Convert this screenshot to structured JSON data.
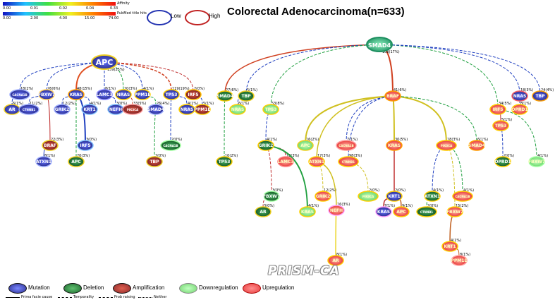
{
  "title": "Colorectal Adenocarcinoma(n=633)",
  "colors": {
    "Mutation": "#28358f",
    "Deletion": "#1d6b35",
    "Amplification": "#9a2a2a",
    "Downregulation": "#6ed86e",
    "Upregulation": "#e83a3a"
  },
  "scales": {
    "affinity": {
      "label": "Affinity",
      "ticks": [
        "0.00",
        "0.01",
        "0.02",
        "0.04",
        "0.33"
      ]
    },
    "pubmed": {
      "label": "PubMed title hits",
      "ticks": [
        "0.00",
        "2.00",
        "4.00",
        "15.00",
        "74.00"
      ]
    }
  },
  "low_high": {
    "low": "Low",
    "high": "High"
  },
  "watermark": "PRISM-CA",
  "legend": {
    "events": [
      {
        "label": "Mutation",
        "color": "#2b2e8f"
      },
      {
        "label": "Deletion",
        "color": "#1e6b2f"
      },
      {
        "label": "Amplification",
        "color": "#8e2a2a"
      },
      {
        "label": "Downregulation",
        "color": "#72d46e"
      },
      {
        "label": "Upregulation",
        "color": "#e83b3b"
      }
    ],
    "edges": [
      {
        "label": "Prima facie cause",
        "style": "solid"
      },
      {
        "label": "Temporality",
        "style": "dashed"
      },
      {
        "label": "Prob raising",
        "style": "dashdot"
      },
      {
        "label": "Neither",
        "style": "dotted"
      }
    ]
  },
  "nodes": [
    {
      "id": "apc",
      "label": "APC",
      "type": "Mutation",
      "ring": "#f0d020",
      "size": "big"
    },
    {
      "id": "smad4",
      "label": "SMAD4",
      "type": "Deletion",
      "ring": "#1e8f60",
      "fill": "#5fd8a8",
      "size": "big"
    },
    {
      "id": "cacna",
      "label": "CACNA1B",
      "type": "Mutation",
      "ring": "#a0b0ff"
    },
    {
      "id": "fbxw7a",
      "label": "FBXW7",
      "type": "Mutation",
      "ring": "#ffd060"
    },
    {
      "id": "kras1",
      "label": "KRAS",
      "type": "Mutation",
      "ring": "#ffa000"
    },
    {
      "id": "lamc3a",
      "label": "LAMC3",
      "type": "Mutation",
      "ring": "#8080ff"
    },
    {
      "id": "nras1",
      "label": "NRAS",
      "type": "Mutation",
      "ring": "#ffd000"
    },
    {
      "id": "ppm1e1",
      "label": "PPM1E",
      "type": "Mutation",
      "ring": "#ffd000"
    },
    {
      "id": "tp53a",
      "label": "TP53",
      "type": "Mutation",
      "ring": "#ffd000"
    },
    {
      "id": "irf5a",
      "label": "IRF5",
      "type": "Amplification",
      "ring": "#ffc000"
    },
    {
      "id": "ar1",
      "label": "AR",
      "type": "Mutation",
      "ring": "#f0d020"
    },
    {
      "id": "ctnnb1a",
      "label": "CTNNB1",
      "type": "Mutation",
      "ring": "#a0b0ff"
    },
    {
      "id": "grik2a",
      "label": "GRIK2",
      "type": "Mutation",
      "ring": "#a0b0ff"
    },
    {
      "id": "krt1a",
      "label": "KRT1",
      "type": "Mutation",
      "ring": "#80c0ff"
    },
    {
      "id": "nefha",
      "label": "NEFH",
      "type": "Mutation",
      "ring": "#80c0ff"
    },
    {
      "id": "pik3caa",
      "label": "PIK3CA",
      "type": "Amplification",
      "ring": "#ffa0a0"
    },
    {
      "id": "smad4b",
      "label": "SMAD4",
      "type": "Mutation",
      "ring": "#a0b0ff"
    },
    {
      "id": "nras2",
      "label": "NRAS",
      "type": "Mutation",
      "ring": "#ffd000"
    },
    {
      "id": "ppm1e2",
      "label": "PPM1E",
      "type": "Amplification",
      "ring": "#ffd000"
    },
    {
      "id": "braf1",
      "label": "BRAF",
      "type": "Amplification",
      "ring": "#f0d020"
    },
    {
      "id": "irf5b",
      "label": "IRF5",
      "type": "Mutation",
      "ring": "#80c0ff"
    },
    {
      "id": "cacnb",
      "label": "CACNA1B",
      "type": "Deletion",
      "ring": "#a0ffa0"
    },
    {
      "id": "atxn1a",
      "label": "ATXN1",
      "type": "Mutation",
      "ring": "#a0b0ff"
    },
    {
      "id": "apc2",
      "label": "APC",
      "type": "Deletion",
      "ring": "#f0d020"
    },
    {
      "id": "tbp1",
      "label": "TBP",
      "type": "Amplification",
      "ring": "#f0d020"
    },
    {
      "id": "smad4c",
      "label": "SMAD4",
      "type": "Deletion",
      "ring": "#ffd000"
    },
    {
      "id": "tbp2",
      "label": "TBP",
      "type": "Deletion",
      "ring": "#f0d020"
    },
    {
      "id": "tp53b",
      "label": "TP53",
      "type": "Downregulation",
      "ring": "#ffd000"
    },
    {
      "id": "braf2",
      "label": "BRAF",
      "type": "Upregulation",
      "ring": "#ffa000"
    },
    {
      "id": "irf5c",
      "label": "IRF5",
      "type": "Upregulation",
      "ring": "#ffd000"
    },
    {
      "id": "nras3",
      "label": "NRAS",
      "type": "Mutation",
      "ring": "#ff6060"
    },
    {
      "id": "tbp3",
      "label": "TBP",
      "type": "Mutation",
      "ring": "#ffa000"
    },
    {
      "id": "nras4",
      "label": "NRAS",
      "type": "Downregulation",
      "ring": "#ffd000"
    },
    {
      "id": "opr1",
      "label": "OPRD1",
      "type": "Upregulation",
      "ring": "#ffd000"
    },
    {
      "id": "tp53c",
      "label": "TP53",
      "type": "Deletion",
      "ring": "#ffd000"
    },
    {
      "id": "grik2b",
      "label": "GRIK2",
      "type": "Deletion",
      "ring": "#ffd000"
    },
    {
      "id": "apc3",
      "label": "APC",
      "type": "Downregulation",
      "ring": "#f0d020"
    },
    {
      "id": "cacnc",
      "label": "CACNA1B",
      "type": "Upregulation",
      "ring": "#ffa0a0"
    },
    {
      "id": "kras2",
      "label": "KRAS",
      "type": "Upregulation",
      "ring": "#ffa000"
    },
    {
      "id": "pik3cab",
      "label": "PIK3CA",
      "type": "Upregulation",
      "ring": "#ffd000"
    },
    {
      "id": "smad4d",
      "label": "SMAD4",
      "type": "Upregulation",
      "ring": "#ffa000"
    },
    {
      "id": "tp53d",
      "label": "TP53",
      "type": "Upregulation",
      "ring": "#ffd000"
    },
    {
      "id": "lamc3b",
      "label": "LAMC3",
      "type": "Upregulation",
      "ring": "#ff8080"
    },
    {
      "id": "atxn1b",
      "label": "ATXN1",
      "type": "Upregulation",
      "ring": "#ffd000"
    },
    {
      "id": "ctnnb1b",
      "label": "CTNNB1",
      "type": "Upregulation",
      "ring": "#ffd000"
    },
    {
      "id": "oprd1b",
      "label": "OPRD1",
      "type": "Deletion",
      "ring": "#ffd000"
    },
    {
      "id": "fbxw7b",
      "label": "FBXW7",
      "type": "Downregulation",
      "ring": "#a0ffa0"
    },
    {
      "id": "tp53e",
      "label": "TP53",
      "type": "Deletion",
      "ring": "#ffd000"
    },
    {
      "id": "fbxw7c",
      "label": "FBXW7",
      "type": "Deletion",
      "ring": "#a0ffa0"
    },
    {
      "id": "grik2c",
      "label": "GRIK2",
      "type": "Upregulation",
      "ring": "#ffd000"
    },
    {
      "id": "nefhb",
      "label": "NEFH",
      "type": "Upregulation",
      "ring": "#ffa0ff"
    },
    {
      "id": "pik3cac",
      "label": "PIK3CA",
      "type": "Downregulation",
      "ring": "#ffd000"
    },
    {
      "id": "krt1b",
      "label": "KRT1",
      "type": "Mutation",
      "ring": "#ffd000"
    },
    {
      "id": "atxn1c",
      "label": "ATXN1",
      "type": "Deletion",
      "ring": "#ffd000"
    },
    {
      "id": "cacnd",
      "label": "CACNA1B",
      "type": "Upregulation",
      "ring": "#ffd000"
    },
    {
      "id": "ar2",
      "label": "AR",
      "type": "Deletion",
      "ring": "#f0d020"
    },
    {
      "id": "kras3",
      "label": "KRAS",
      "type": "Downregulation",
      "ring": "#ffd000"
    },
    {
      "id": "kras4",
      "label": "KRAS",
      "type": "Mutation",
      "ring": "#ffa0ff"
    },
    {
      "id": "apc4",
      "label": "APC",
      "type": "Upregulation",
      "ring": "#ffd000"
    },
    {
      "id": "ctnnb1c",
      "label": "CTNNB1",
      "type": "Deletion",
      "ring": "#ffd000"
    },
    {
      "id": "fbxw7d",
      "label": "FBXW7",
      "type": "Upregulation",
      "ring": "#ffd000"
    },
    {
      "id": "ar3",
      "label": "AR",
      "type": "Upregulation",
      "ring": "#ffd000"
    },
    {
      "id": "krt1c",
      "label": "KRT1",
      "type": "Upregulation",
      "ring": "#ffd000"
    },
    {
      "id": "ppm1e3",
      "label": "PPM1E",
      "type": "Upregulation",
      "ring": "#ffa0a0"
    }
  ],
  "edges": [
    {
      "from": "apc",
      "to": "cacna",
      "label": "18(2%)",
      "style": "dashed",
      "color": "#2040c0",
      "w": 1
    },
    {
      "from": "apc",
      "to": "fbxw7a",
      "label": "26(6%)",
      "style": "dashed",
      "color": "#2040c0",
      "w": 1
    },
    {
      "from": "apc",
      "to": "kras1",
      "label": "48(15%)",
      "style": "solid",
      "color": "#e05020",
      "w": 2
    },
    {
      "from": "apc",
      "to": "lamc3a",
      "label": "8(1%)",
      "style": "dashed",
      "color": "#2040c0",
      "w": 1
    },
    {
      "from": "apc",
      "to": "nras1",
      "label": "20(3%)",
      "style": "dashed",
      "color": "#20a040",
      "w": 1
    },
    {
      "from": "apc",
      "to": "ppm1e1",
      "label": "4(1%)",
      "style": "dashed",
      "color": "#2040c0",
      "w": 1
    },
    {
      "from": "apc",
      "to": "tp53a",
      "label": "119(19%)",
      "style": "dashed",
      "color": "#d04020",
      "w": 1.5
    },
    {
      "from": "apc",
      "to": "irf5a",
      "label": "2(0%)",
      "style": "dashed",
      "color": "#c03030",
      "w": 1
    },
    {
      "from": "cacna",
      "to": "ar1",
      "label": "6(1%)",
      "style": "dashed",
      "color": "#2040c0",
      "w": 1
    },
    {
      "from": "fbxw7a",
      "to": "ctnnb1a",
      "label": "11(2%)",
      "style": "dashed",
      "color": "#2040c0",
      "w": 1
    },
    {
      "from": "kras1",
      "to": "grik2a",
      "label": "12(2%)",
      "style": "dashed",
      "color": "#2040c0",
      "w": 1
    },
    {
      "from": "kras1",
      "to": "krt1a",
      "label": "4(1%)",
      "style": "dashed",
      "color": "#2040c0",
      "w": 1
    },
    {
      "from": "lamc3a",
      "to": "nefha",
      "label": "3(0%)",
      "style": "dashed",
      "color": "#2040c0",
      "w": 1
    },
    {
      "from": "nras1",
      "to": "pik3caa",
      "label": "33(5%)",
      "style": "dashed",
      "color": "#d04020",
      "w": 1
    },
    {
      "from": "ppm1e1",
      "to": "smad4b",
      "label": "26(4%)",
      "style": "dashed",
      "color": "#20a040",
      "w": 1
    },
    {
      "from": "tp53a",
      "to": "nras2",
      "label": "4(1%)",
      "style": "dashed",
      "color": "#2040c0",
      "w": 1
    },
    {
      "from": "irf5a",
      "to": "ppm1e2",
      "label": "5(1%)",
      "style": "dashed",
      "color": "#2040c0",
      "w": 1
    },
    {
      "from": "fbxw7a",
      "to": "braf1",
      "label": "22(3%)",
      "style": "solid",
      "color": "#c03030",
      "w": 1
    },
    {
      "from": "kras1",
      "to": "irf5b",
      "label": "3(0%)",
      "style": "solid",
      "color": "#2040c0",
      "w": 2
    },
    {
      "from": "tp53a",
      "to": "cacnb",
      "label": "2(0%)",
      "style": "dashed",
      "color": "#2040c0",
      "w": 1
    },
    {
      "from": "braf1",
      "to": "atxn1a",
      "label": "8(1%)",
      "style": "solid",
      "color": "#2040c0",
      "w": 1
    },
    {
      "from": "kras1",
      "to": "apc2",
      "label": "20(3%)",
      "style": "dashed",
      "color": "#20a040",
      "w": 1
    },
    {
      "from": "smad4b",
      "to": "tbp1",
      "label": "2(0%)",
      "style": "dashed",
      "color": "#20a040",
      "w": 1
    },
    {
      "from": "smad4",
      "to": "smad4c",
      "label": "27(6%)",
      "style": "solid",
      "color": "#d04020",
      "w": 1.5
    },
    {
      "from": "smad4",
      "to": "tbp2",
      "label": "5(1%)",
      "style": "dashed",
      "color": "#2040c0",
      "w": 1
    },
    {
      "from": "smad4",
      "to": "tp53b",
      "label": "53(8%)",
      "style": "dashed",
      "color": "#20a040",
      "w": 1
    },
    {
      "from": "smad4",
      "to": "braf2",
      "label": "41(6%)",
      "style": "solid",
      "color": "#d04020",
      "w": 2
    },
    {
      "from": "smad4",
      "to": "irf5c",
      "label": "34(5%)",
      "style": "dashed",
      "color": "#20a040",
      "w": 1
    },
    {
      "from": "smad4",
      "to": "nras3",
      "label": "18(3%)",
      "style": "dashed",
      "color": "#2040c0",
      "w": 1
    },
    {
      "from": "smad4",
      "to": "tbp3",
      "label": "24(4%)",
      "style": "dashed",
      "color": "#2040c0",
      "w": 1
    },
    {
      "from": "smad4c",
      "to": "tp53c",
      "label": "10(2%)",
      "style": "dashed",
      "color": "#20a040",
      "w": 1
    },
    {
      "from": "tbp2",
      "to": "nras4",
      "label": "6(1%)",
      "style": "dashed",
      "color": "#2040c0",
      "w": 1
    },
    {
      "from": "nras3",
      "to": "opr1",
      "label": "8(1%)",
      "style": "dashed",
      "color": "#2040c0",
      "w": 1
    },
    {
      "from": "tp53b",
      "to": "grik2b",
      "label": "4(1%)",
      "style": "dashed",
      "color": "#2040c0",
      "w": 1
    },
    {
      "from": "irf5c",
      "to": "tp53d",
      "label": "5(1%)",
      "style": "solid",
      "color": "#c03030",
      "w": 1
    },
    {
      "from": "braf2",
      "to": "apc3",
      "label": "16(2%)",
      "style": "solid",
      "color": "#d0c020",
      "w": 2
    },
    {
      "from": "braf2",
      "to": "cacnc",
      "label": "7(1%)",
      "style": "dashed",
      "color": "#2040c0",
      "w": 1
    },
    {
      "from": "braf2",
      "to": "kras2",
      "label": "30(5%)",
      "style": "solid",
      "color": "#d0c020",
      "w": 2
    },
    {
      "from": "braf2",
      "to": "pik3cab",
      "label": "18(3%)",
      "style": "solid",
      "color": "#d0c020",
      "w": 2
    },
    {
      "from": "braf2",
      "to": "smad4d",
      "label": "6(1%)",
      "style": "dashed",
      "color": "#20a040",
      "w": 1
    },
    {
      "from": "grik2b",
      "to": "lamc3b",
      "label": "18(3%)",
      "style": "dashed",
      "color": "#c03030",
      "w": 1
    },
    {
      "from": "braf2",
      "to": "atxn1b",
      "label": "17(3%)",
      "style": "solid",
      "color": "#d0c020",
      "w": 1.5
    },
    {
      "from": "braf2",
      "to": "ctnnb1b",
      "label": "98(3%)",
      "style": "dashed",
      "color": "#2040c0",
      "w": 1
    },
    {
      "from": "tp53d",
      "to": "oprd1b",
      "label": "2(0%)",
      "style": "dashed",
      "color": "#2040c0",
      "w": 1
    },
    {
      "from": "irf5c",
      "to": "fbxw7b",
      "label": "4(1%)",
      "style": "dashed",
      "color": "#20a040",
      "w": 1
    },
    {
      "from": "smad4c",
      "to": "tp53e",
      "label": "10(2%)",
      "style": "dashed",
      "color": "#20a040",
      "w": 1
    },
    {
      "from": "grik2b",
      "to": "fbxw7c",
      "label": "3(0%)",
      "style": "dashed",
      "color": "#c03030",
      "w": 1
    },
    {
      "from": "atxn1b",
      "to": "grik2c",
      "label": "12(2%)",
      "style": "dashed",
      "color": "#d0c020",
      "w": 1
    },
    {
      "from": "atxn1b",
      "to": "nefhb",
      "label": "16(3%)",
      "style": "solid",
      "color": "#d0c020",
      "w": 1.5
    },
    {
      "from": "ctnnb1b",
      "to": "pik3cac",
      "label": "2(0%)",
      "style": "dashed",
      "color": "#d0c020",
      "w": 1
    },
    {
      "from": "kras2",
      "to": "krt1b",
      "label": "2(0%)",
      "style": "solid",
      "color": "#c03030",
      "w": 1.5
    },
    {
      "from": "pik3cab",
      "to": "atxn1c",
      "label": "4(1%)",
      "style": "dashed",
      "color": "#2040c0",
      "w": 1
    },
    {
      "from": "pik3cab",
      "to": "cacnd",
      "label": "4(1%)",
      "style": "dashed",
      "color": "#20a040",
      "w": 1
    },
    {
      "from": "fbxw7c",
      "to": "ar2",
      "label": "3(0%)",
      "style": "dashed",
      "color": "#c03030",
      "w": 1
    },
    {
      "from": "grik2b",
      "to": "kras3",
      "label": "4(1%)",
      "style": "solid",
      "color": "#20a040",
      "w": 2
    },
    {
      "from": "krt1b",
      "to": "kras4",
      "label": "7(1%)",
      "style": "solid",
      "color": "#c03030",
      "w": 1.5
    },
    {
      "from": "krt1b",
      "to": "apc4",
      "label": "9(1%)",
      "style": "solid",
      "color": "#c06020",
      "w": 1.5
    },
    {
      "from": "atxn1c",
      "to": "ctnnb1c",
      "label": "2(0%)",
      "style": "dashed",
      "color": "#20a040",
      "w": 1
    },
    {
      "from": "pik3cab",
      "to": "fbxw7d",
      "label": "15(2%)",
      "style": "dashed",
      "color": "#d0c020",
      "w": 1
    },
    {
      "from": "nefhb",
      "to": "ar3",
      "label": "8(1%)",
      "style": "solid",
      "color": "#f0e060",
      "w": 2
    },
    {
      "from": "fbxw7d",
      "to": "krt1c",
      "label": "4(1%)",
      "style": "solid",
      "color": "#c06020",
      "w": 1.5
    },
    {
      "from": "krt1c",
      "to": "ppm1e3",
      "label": "8(1%)",
      "style": "solid",
      "color": "#c06020",
      "w": 1
    },
    {
      "from": "apc",
      "to": "root_label",
      "label": "159(25%)",
      "style": "none"
    },
    {
      "from": "smad4",
      "to": "root_label",
      "label": "108(17%)",
      "style": "none"
    }
  ]
}
